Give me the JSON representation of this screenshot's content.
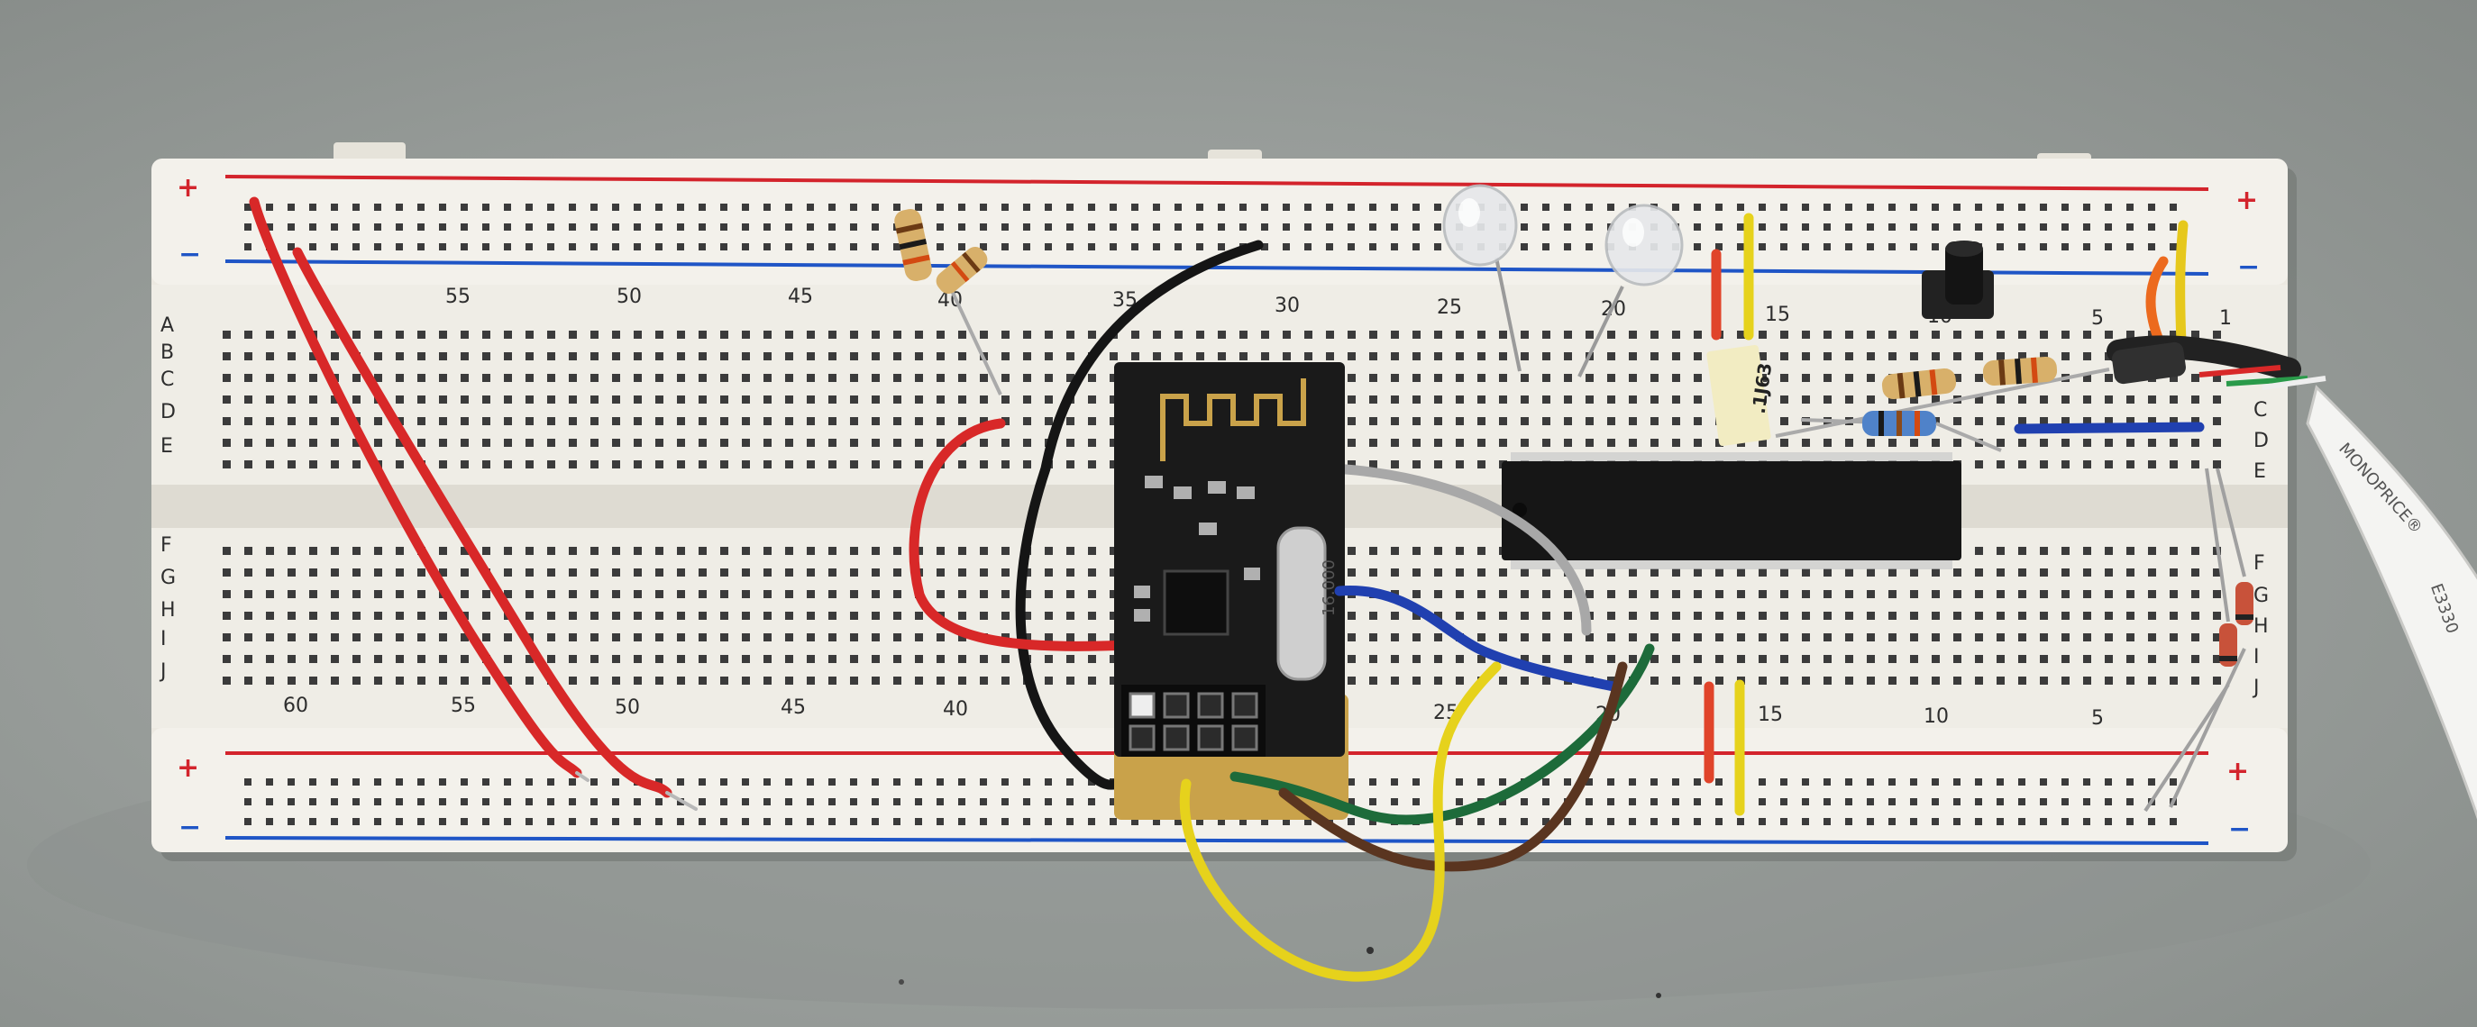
{
  "photo": {
    "subject": "",
    "colors": {
      "bench": "#9da29f",
      "breadboard": "#f1efe8",
      "rail_red": "#d3242c",
      "rail_blue": "#1f55c6",
      "pcb": "#1a1a1a",
      "jumper_red": "#d82828",
      "jumper_yellow": "#e6d21c",
      "jumper_green": "#1d6b3a",
      "jumper_brown": "#5a3520",
      "jumper_gray": "#a8a8a8",
      "jumper_black": "#151515",
      "jumper_blue": "#2040b0",
      "jumper_orange": "#ec6a1e"
    }
  },
  "breadboard": {
    "rail_plus": "+",
    "rail_minus": "−",
    "rows_top": [
      "A",
      "B",
      "C",
      "D",
      "E"
    ],
    "rows_bottom": [
      "F",
      "G",
      "H",
      "I",
      "J"
    ],
    "rows_right_top": [
      "C",
      "D",
      "E"
    ],
    "rows_right_bottom": [
      "F",
      "G",
      "H",
      "I",
      "J"
    ],
    "col_numbers_top": [
      "55",
      "50",
      "45",
      "40",
      "35",
      "30",
      "25",
      "20",
      "15",
      "10",
      "5",
      "1"
    ],
    "col_numbers_bottom": [
      "60",
      "55",
      "50",
      "45",
      "40",
      "25",
      "20",
      "15",
      "10",
      "5"
    ]
  },
  "module": {
    "crystal_marking": "16.000"
  },
  "capacitor": {
    "marking": ".1J63"
  },
  "cable": {
    "brand": "MONOPRICE®",
    "code": "E3330"
  }
}
